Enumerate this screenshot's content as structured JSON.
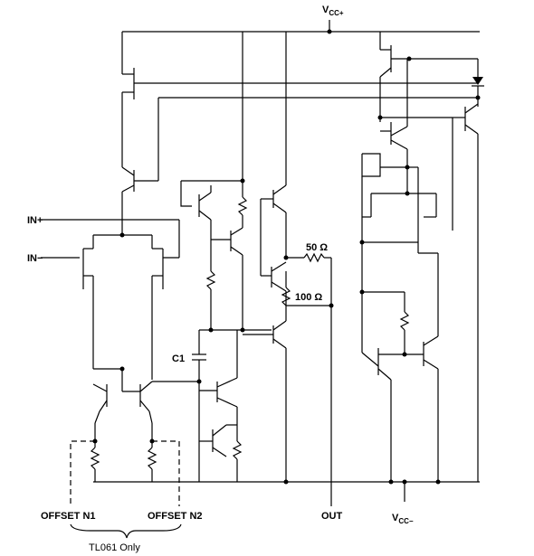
{
  "labels": {
    "vcc_plus_main": "V",
    "vcc_plus_sub": "CC+",
    "vcc_minus_main": "V",
    "vcc_minus_sub": "CC−",
    "in_plus": "IN+",
    "in_minus": "IN−",
    "r_50": "50 Ω",
    "r_100": "100 Ω",
    "cap": "C1",
    "out": "OUT",
    "offset_n1": "OFFSET N1",
    "offset_n2": "OFFSET N2",
    "note": "TL061 Only"
  }
}
